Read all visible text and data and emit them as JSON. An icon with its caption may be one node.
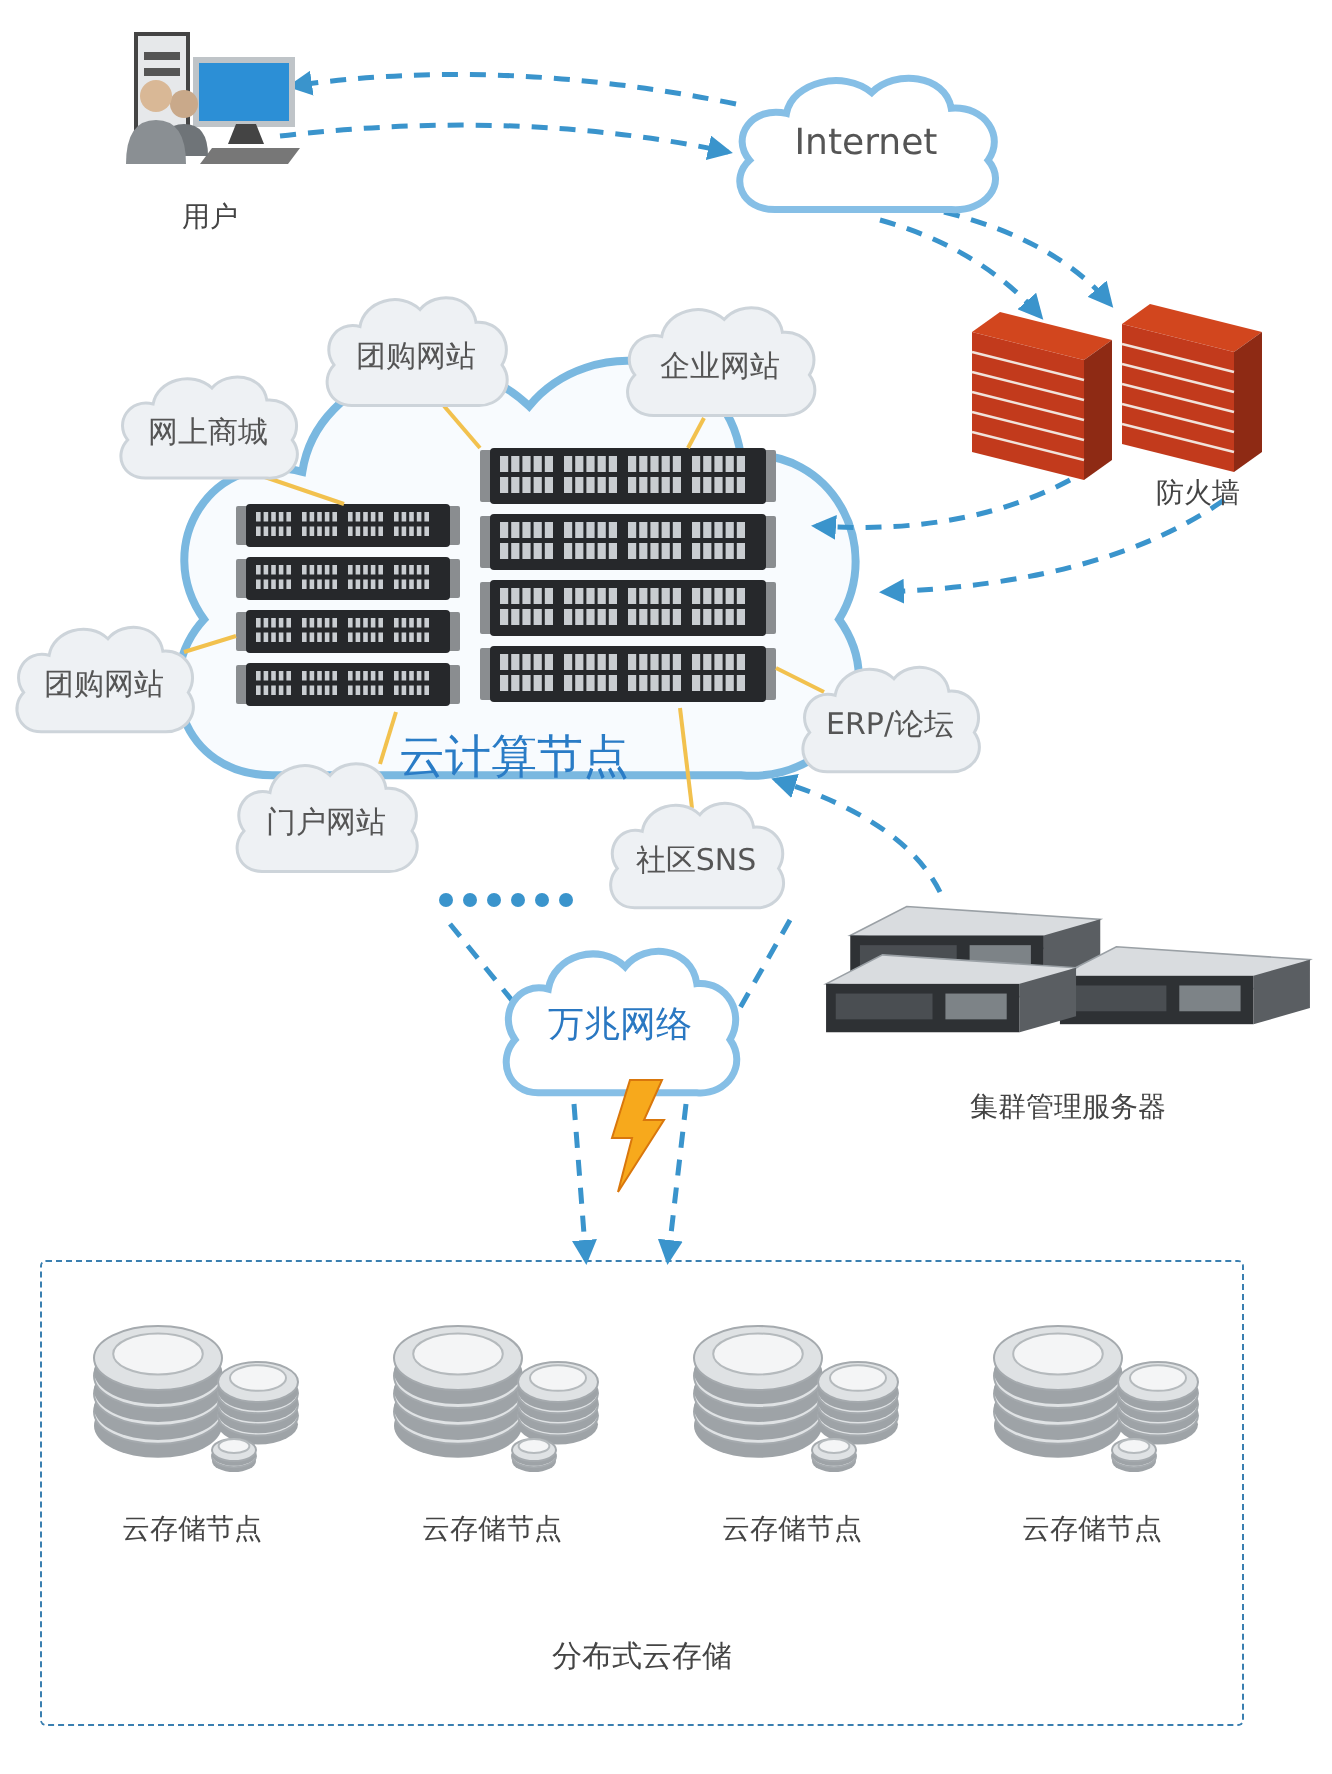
{
  "diagram": {
    "nodes": [
      {
        "text": [
          "用户"
        ]
      },
      {
        "text": [
          "Internet"
        ]
      },
      {
        "text": [
          "团购网站"
        ]
      },
      {
        "text": [
          "企业网站"
        ]
      },
      {
        "text": [
          "网上商城"
        ]
      },
      {
        "text": [
          "防火墙"
        ]
      },
      {
        "text": [
          "云计算节点"
        ]
      },
      {
        "text": [],
        "shape": "picture",
        "in": 6
      },
      {
        "text": [],
        "shape": "picture",
        "in": 6
      },
      {
        "text": [
          "团购网站"
        ]
      },
      {
        "text": [
          "ERP/论坛"
        ]
      },
      {
        "text": [
          "门户网站"
        ]
      },
      {
        "text": [
          "社区SNS"
        ]
      },
      {
        "text": [
          "集群管理服务器"
        ]
      },
      {
        "text": [
          "万兆网络"
        ]
      },
      {
        "text": [
          "分布式云存储"
        ]
      },
      {
        "text": [
          "云存储节点"
        ],
        "in": 15
      },
      {
        "text": [
          "云存储节点"
        ],
        "in": 15
      },
      {
        "text": [
          "云存储节点"
        ],
        "in": 15
      },
      {
        "text": [
          "云存储节点"
        ],
        "in": 15
      }
    ],
    "edges": [
      {
        "from": 1,
        "to": 0,
        "arrow": "to",
        "style": "dashed"
      },
      {
        "from": 0,
        "to": 1,
        "arrow": "to",
        "style": "dashed"
      },
      {
        "from": 1,
        "to": 5,
        "arrow": "to",
        "style": "dashed"
      },
      {
        "from": 1,
        "to": 5,
        "arrow": "to",
        "style": "dashed"
      },
      {
        "from": 5,
        "to": 6,
        "arrow": "to",
        "style": "dashed"
      },
      {
        "from": 5,
        "to": 6,
        "arrow": "to",
        "style": "dashed"
      },
      {
        "from": 13,
        "to": 6,
        "arrow": "to",
        "style": "dashed"
      },
      {
        "from": null,
        "to": 14,
        "arrow": "none",
        "style": "dashed"
      },
      {
        "from": null,
        "to": 14,
        "arrow": "none",
        "style": "dashed"
      },
      {
        "from": 14,
        "to": 15,
        "arrow": "to",
        "style": "dashed"
      },
      {
        "from": 14,
        "to": 15,
        "arrow": "to",
        "style": "dashed"
      },
      {
        "from": 4,
        "to": 7,
        "arrow": "none",
        "color": "#f2c14e"
      },
      {
        "from": 2,
        "to": 8,
        "arrow": "none",
        "color": "#f2c14e"
      },
      {
        "from": 3,
        "to": 8,
        "arrow": "none",
        "color": "#f2c14e"
      },
      {
        "from": 9,
        "to": 7,
        "arrow": "none",
        "color": "#f2c14e"
      },
      {
        "from": 10,
        "to": 8,
        "arrow": "none",
        "color": "#f2c14e"
      },
      {
        "from": 11,
        "to": 7,
        "arrow": "none",
        "color": "#f2c14e"
      },
      {
        "from": 12,
        "to": 8,
        "arrow": "none",
        "color": "#f2c14e"
      }
    ]
  }
}
